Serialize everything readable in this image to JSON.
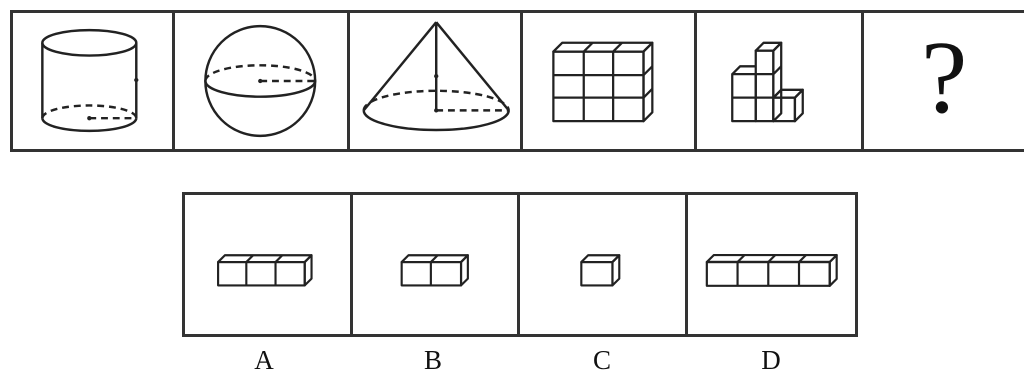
{
  "sequence": {
    "figures": [
      {
        "name": "cylinder-figure"
      },
      {
        "name": "sphere-figure"
      },
      {
        "name": "cone-figure"
      },
      {
        "name": "cube-grid-figure"
      },
      {
        "name": "stacked-cubes-figure"
      }
    ],
    "unknown_label": "?"
  },
  "options": [
    {
      "label": "A",
      "cube_count": 3
    },
    {
      "label": "B",
      "cube_count": 2
    },
    {
      "label": "C",
      "cube_count": 1
    },
    {
      "label": "D",
      "cube_count": 4
    }
  ],
  "colors": {
    "line": "#222222",
    "border": "#333333",
    "background": "#ffffff"
  }
}
